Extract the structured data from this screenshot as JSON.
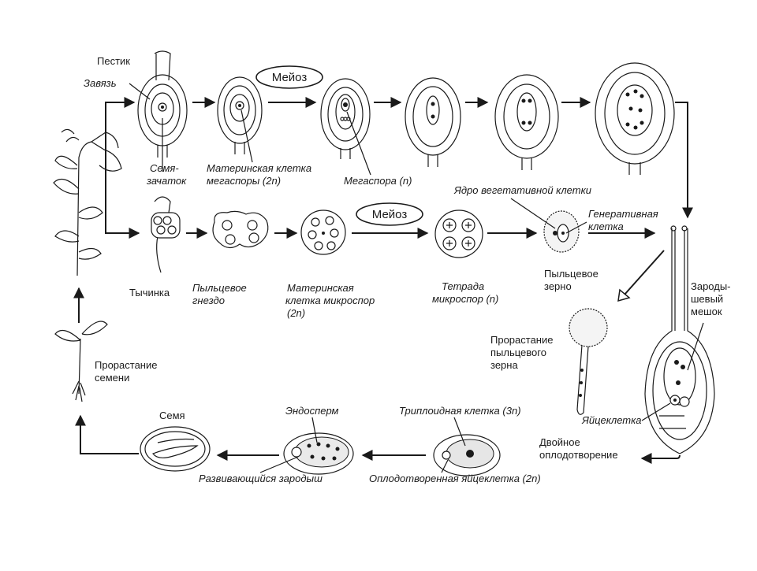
{
  "diagram": {
    "labels": {
      "pistil": "Пестик",
      "ovary": "Завязь",
      "ovule": "Семя-",
      "ovule2": "зачаток",
      "megaspore_mother": "Материнская клетка",
      "megaspore_mother2": "мегаспоры (2n)",
      "meiosis_top": "Мейоз",
      "megaspore": "Мегаспора (n)",
      "veg_nucleus": "Ядро вегетативной клетки",
      "generative": "Генеративная",
      "generative2": "клетка",
      "stamen": "Тычинка",
      "pollen_sac": "Пыльцевое",
      "pollen_sac2": "гнездо",
      "microspore_mother": "Материнская",
      "microspore_mother2": "клетка микроспор",
      "microspore_mother3": "(2n)",
      "meiosis_mid": "Мейоз",
      "tetrad": "Тетрада",
      "tetrad2": "микроспор (n)",
      "pollen_grain": "Пыльцевое",
      "pollen_grain2": "зерно",
      "embryo_sac": "Зароды-",
      "embryo_sac2": "шевый",
      "embryo_sac3": "мешок",
      "pollen_germ": "Прорастание",
      "pollen_germ2": "пыльцевого",
      "pollen_germ3": "зерна",
      "egg_cell": "Яйцеклетка",
      "seed_germ": "Прорастание",
      "seed_germ2": "семени",
      "seed": "Семя",
      "endosperm": "Эндосперм",
      "triploid": "Триплоидная клетка (3n)",
      "double_fert": "Двойное",
      "double_fert2": "оплодотворение",
      "developing_embryo": "Развивающийся зародыш",
      "fertilized_egg": "Оплодотворенная яйцеклетка (2n)"
    }
  }
}
